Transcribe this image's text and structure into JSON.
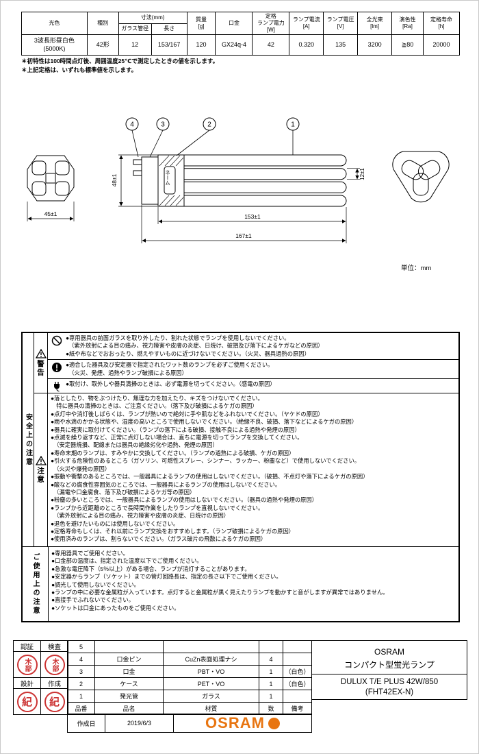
{
  "spec": {
    "h_color": "光色",
    "h_type": "種別",
    "h_dim": "寸法(mm)",
    "h_dia": "ガラス管径",
    "h_len": "長さ",
    "h_mass": "質量\n[g]",
    "h_base": "口金",
    "h_power": "定格\nランプ電力\n[W]",
    "h_current": "ランプ電流\n[A]",
    "h_voltage": "ランプ電圧\n[V]",
    "h_flux": "全光束\n[lm]",
    "h_cri": "演色性\n[Ra]",
    "h_life": "定格寿命\n[h]",
    "v_color": "3波長形昼白色\n(5000K)",
    "v_type": "42形",
    "v_dia": "12",
    "v_len": "153/167",
    "v_mass": "120",
    "v_base": "GX24q-4",
    "v_power": "42",
    "v_current": "0.320",
    "v_voltage": "135",
    "v_flux": "3200",
    "v_cri": "≧80",
    "v_life": "20000"
  },
  "notes": {
    "line1": "＊初特性は100時間点灯後、周囲温度25℃で測定したときの値を示します。",
    "line2": "＊上記定格は、いずれも標準値を示します。"
  },
  "drawing": {
    "callout_1": "1",
    "callout_2": "2",
    "callout_3": "3",
    "callout_4": "4",
    "name_label": "ネーム",
    "dim_height": "48±1",
    "dim_tube": "12±1",
    "dim_width": "45±1",
    "dim_len_tube": "153±1",
    "dim_len_total": "167±1",
    "unit": "単位：mm"
  },
  "safety": {
    "section_label": "安全上の注意",
    "warn_label": "警告",
    "caution_label": "注意",
    "warn_rows": [
      {
        "icon": "prohibition",
        "lines": [
          "●専用器具の前面ガラスを取り外したり、割れた状態でランプを使用しないでください。",
          "　（紫外放射による目の痛み、視力障害や皮膚の炎症、日焼け、破損及び落下によるケガなどの原因）",
          "●紙や布などでおおったり、燃えやすいものに近づけないでください。（火災、器具過熱の原因）"
        ]
      },
      {
        "icon": "mandatory",
        "lines": [
          "●適合した器具及び安定器で指定されたワット数のランプを必ずご使用ください。",
          "　（火災、発煙、過熱やランプ破損による原因）"
        ]
      },
      {
        "icon": "unplug",
        "lines": [
          "●取付け、取外しや器具清掃のときは、必ず電源を切ってください。（感電の原因）"
        ]
      }
    ],
    "caution_lines": [
      "●落としたり、物をぶつけたり、無理な力を加えたり、キズをつけないでください。",
      "　特に器具の清掃のときは、ご注意ください。（落下及び破損によるケガの原因）",
      "●点灯中や消灯後しばらくは、ランプが熱いので絶対に手や肌などをふれないでください。（ヤケドの原因）",
      "●雨や水滴のかかる状態や、湿度の高いところで使用しないでください。（絶縁不良、破損、落下などによるケガの原因）",
      "●器具に確実に取付けてください。（ランプの落下による破損、接触不良による過熱や発煙の原因）",
      "●点滅を繰り返すなど、正常に点灯しない場合は、直ちに電源を切ってランプを交換してください。",
      "　（安定器焼損、配線または器具の絶縁劣化や過熱、発煙の原因）",
      "●寿命末期のランプは、すみやかに交換してください。（ランプの過熱による破損、ケガの原因）",
      "●引火する危険性のあるところ（ガソリン、可燃性スプレー、シンナー、ラッカー、粉塵など）で使用しないでください。",
      "　（火災や爆発の原因）",
      "●振動や衝撃のあるところでは、一般器具によるランプの使用はしないでください。（破損、不点灯や落下によるケガの原因）",
      "●酸などの腐食性雰囲気のところでは、一般器具によるランプの使用はしないでください。",
      "　（漏電や口金腐食、落下及び破損によるケガ等の原因）",
      "●粉塵の多いところでは、一般器具によるランプの使用はしないでください。（器具の過熱や発煙の原因）",
      "●ランプから近距離のところで長時間作業をしたりランプを直視しないでください。",
      "　（紫外放射による目の痛み、視力障害や皮膚の炎症、日焼けの原因）",
      "●退色を避けたいものには使用しないでください。",
      "●定格寿命もしくは、それ以前にランプ交換をおすすめします。（ランプ破損によるケガの原因）",
      "●使用済みのランプは、割らないでください。（ガラス破片の飛散によるケガの原因）"
    ]
  },
  "usage": {
    "label": "ご使用上の注意",
    "lines": [
      "●専用器具でご使用ください。",
      "●口金部の温度は、指定された温度以下でご使用ください。",
      "●急激な電圧降下（5％以上）がある場合、ランプが消灯することがあります。",
      "●安定器からランプ（ソケット）までの管灯回路長は、指定の長さ以下でご使用ください。",
      "●調光して使用しないでください。",
      "●ランプの中に必要な金属粒が入っています。点灯すると金属粒が黒く見えたりランプを動かすと音がしますが異常ではありません。",
      "●直接手でふれないでください。",
      "●ソケットは口金にあったものをご使用ください。"
    ]
  },
  "footer": {
    "approval": {
      "h1": "認証",
      "h2": "検査",
      "h3": "設計",
      "h4": "作成",
      "stamp_top": "木部",
      "stamp_bottom": "紀"
    },
    "parts": {
      "rows": [
        [
          "5",
          "",
          "",
          "",
          ""
        ],
        [
          "4",
          "口金ピン",
          "CuZn表面処理ナシ",
          "4",
          ""
        ],
        [
          "3",
          "口金",
          "PBT・VO",
          "1",
          "（白色）"
        ],
        [
          "2",
          "ケース",
          "PET・VO",
          "1",
          "（白色）"
        ],
        [
          "1",
          "発光管",
          "ガラス",
          "1",
          ""
        ]
      ],
      "header": [
        "品番",
        "品名",
        "材質",
        "数",
        "備考"
      ]
    },
    "date_label": "作成日",
    "date_value": "2019/6/3",
    "logo_text": "OSRAM",
    "title": {
      "brand": "OSRAM",
      "product": "コンパクト型蛍光ランプ",
      "model": "DULUX T/E PLUS 42W/850",
      "code": "(FHT42EX-N)"
    },
    "colors": {
      "osram_orange": "#e87511",
      "stamp_red": "#cc3333"
    }
  }
}
